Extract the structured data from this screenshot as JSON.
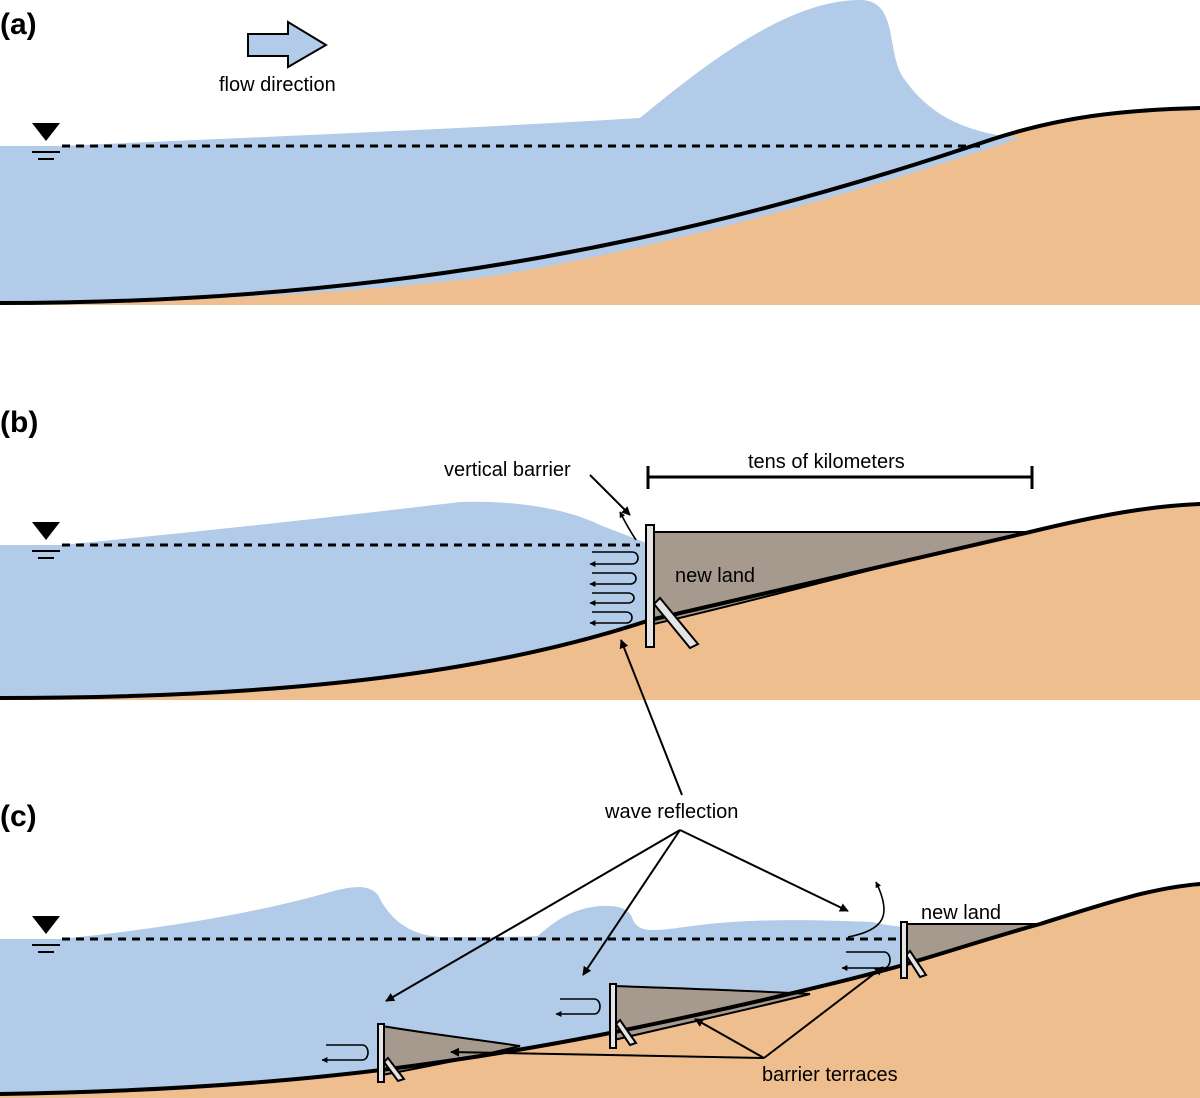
{
  "panels": [
    {
      "id": "a",
      "label": "(a)"
    },
    {
      "id": "b",
      "label": "(b)"
    },
    {
      "id": "c",
      "label": "(c)"
    }
  ],
  "labels": {
    "flow_direction": "flow direction",
    "vertical_barrier": "vertical barrier",
    "tens_of_kilometers": "tens of kilometers",
    "new_land_b": "new land",
    "wave_reflection": "wave reflection",
    "new_land_c": "new land",
    "barrier_terraces": "barrier terraces"
  },
  "colors": {
    "water": "#b1cbe8",
    "sand": "#efbe8e",
    "new_land": "#a69a8e"
  },
  "icons": [
    "flow-direction-arrow-icon",
    "water-level-icon"
  ]
}
